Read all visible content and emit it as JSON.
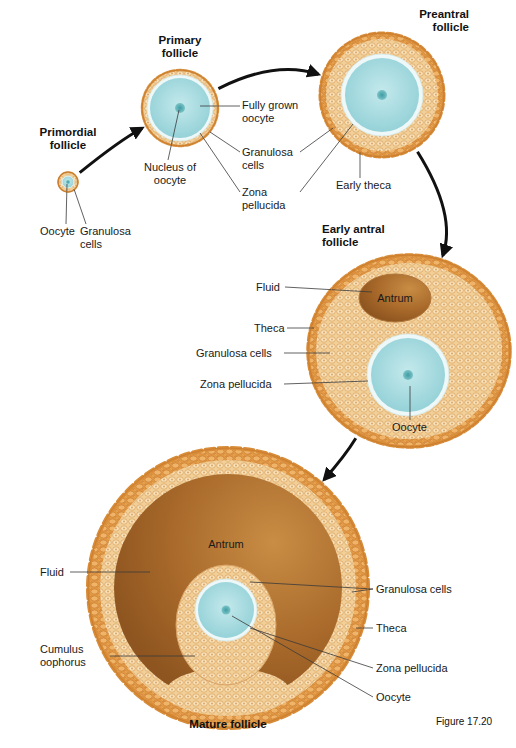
{
  "diagram": {
    "caption": "Figure 17.20",
    "nodes": [
      {
        "text": [
          "Primordial follicle"
        ]
      },
      {
        "text": [
          "Primary follicle"
        ]
      },
      {
        "text": [
          "Preantral follicle"
        ]
      },
      {
        "text": [
          "Early antral follicle"
        ]
      },
      {
        "text": [
          "Mature follicle"
        ]
      }
    ],
    "edges": [
      {
        "from": 0,
        "to": 1,
        "arrow": "to"
      },
      {
        "from": 1,
        "to": 2,
        "arrow": "to"
      },
      {
        "from": 2,
        "to": 3,
        "arrow": "to"
      },
      {
        "from": 3,
        "to": 4,
        "arrow": "to"
      }
    ],
    "labels": [
      "Oocyte",
      "Granulosa cells",
      "Fully grown oocyte",
      "Nucleus of oocyte",
      "Granulosa cells",
      "Zona pellucida",
      "Early theca",
      "Fluid",
      "Antrum",
      "Theca",
      "Granulosa cells",
      "Zona pellucida",
      "Oocyte",
      "Antrum",
      "Fluid",
      "Granulosa cells",
      "Theca",
      "Cumulus oophorus",
      "Zona pellucida",
      "Oocyte"
    ]
  }
}
